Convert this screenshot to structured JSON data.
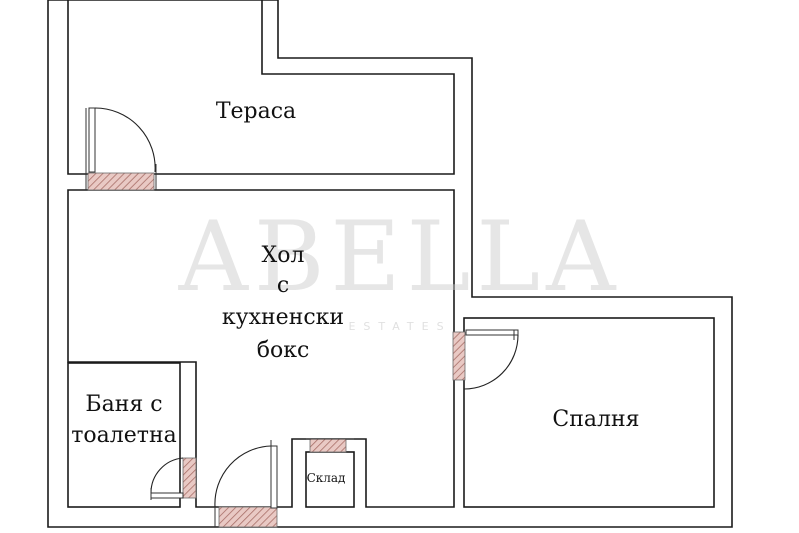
{
  "rooms": {
    "terrace": "Тераса",
    "hall": [
      "Хол",
      "с",
      "кухненски",
      "бокс"
    ],
    "bathroom": [
      "Баня с",
      "тоалетна"
    ],
    "storage": "Склад",
    "bedroom": "Спалня"
  },
  "watermark": {
    "text": "ABELLA",
    "sub": "ESTATES"
  }
}
